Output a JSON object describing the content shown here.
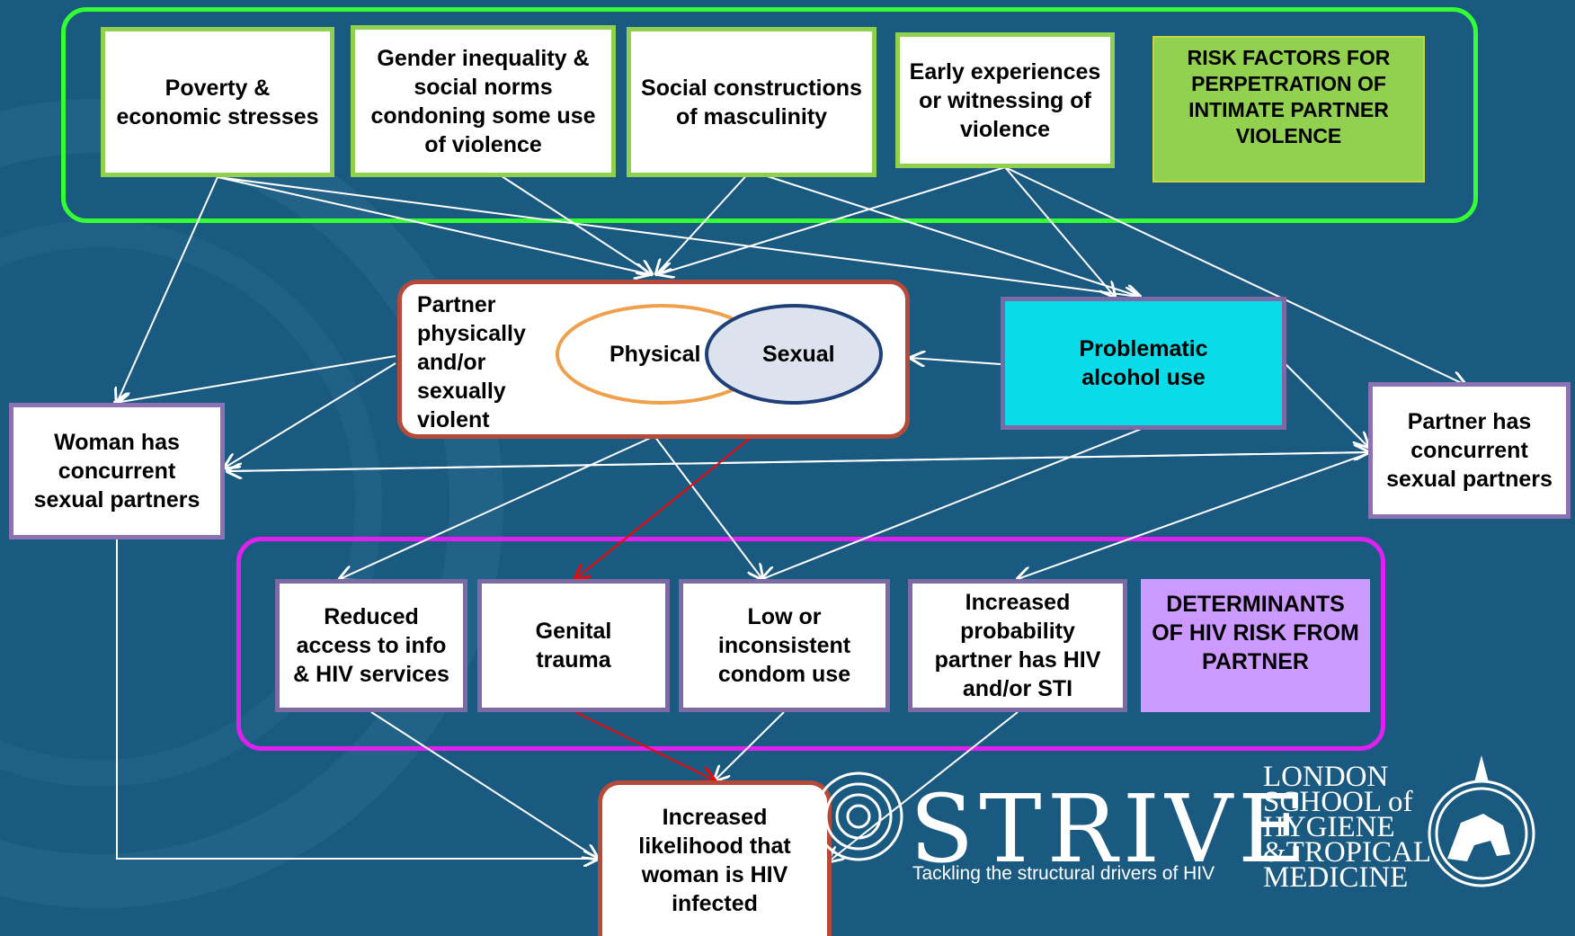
{
  "risk_factors": {
    "label": "RISK FACTORS FOR PERPETRATION OF INTIMATE PARTNER VIOLENCE",
    "poverty": "Poverty & economic stresses",
    "gender": "Gender inequality & social norms condoning some use of violence",
    "masculinity": "Social constructions of masculinity",
    "early": "Early experiences or witnessing of violence"
  },
  "partner_violence": {
    "label": "Partner physically and/or sexually violent",
    "physical": "Physical",
    "sexual": "Sexual"
  },
  "alcohol": "Problematic alcohol use",
  "woman_concurrent": "Woman has concurrent sexual partners",
  "partner_concurrent": "Partner has concurrent sexual partners",
  "determinants": {
    "label": "DETERMINANTS OF HIV RISK FROM PARTNER",
    "access": "Reduced access to info & HIV services",
    "trauma": "Genital trauma",
    "condom": "Low or inconsistent condom use",
    "probability": "Increased probability partner has HIV and/or STI"
  },
  "outcome": "Increased likelihood that woman is HIV infected",
  "strive": {
    "wordmark": "STRIVE",
    "tagline": "Tackling the structural drivers of HIV"
  },
  "lshtm": {
    "line1": "LONDON",
    "line2": "SCHOOL of",
    "line3": "HYGIENE",
    "line4": "&TROPICAL",
    "line5": "MEDICINE"
  },
  "colors": {
    "background": "#1a5a80",
    "risk_group_border": "#33ff33",
    "determinant_group_border": "#e020f0",
    "causal_red_arrow": "#ff0000",
    "arrow_white": "#ffffff"
  }
}
